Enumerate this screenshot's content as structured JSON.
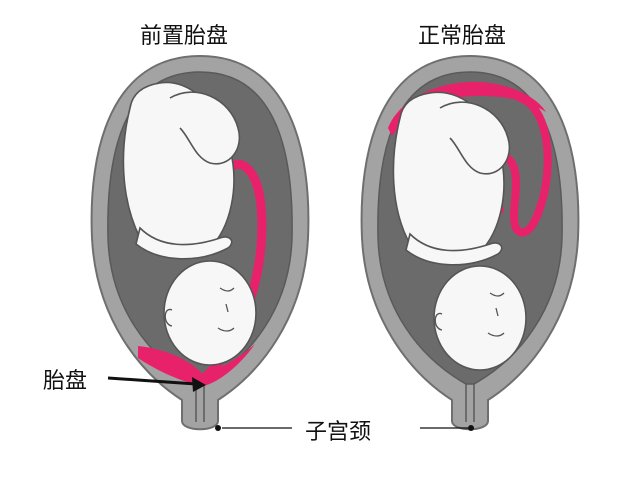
{
  "titles": {
    "left": "前置胎盘",
    "right": "正常胎盘"
  },
  "annotations": {
    "placenta": "胎盘",
    "cervix": "子宫颈"
  },
  "colors": {
    "uterus_wall": "#9c9c9c",
    "uterus_outline": "#6f6f6f",
    "amniotic": "#6b6b6b",
    "placenta": "#e8226a",
    "fetus_skin": "#f7f7f7",
    "fetus_outline": "#555555",
    "arrow": "#111111"
  }
}
